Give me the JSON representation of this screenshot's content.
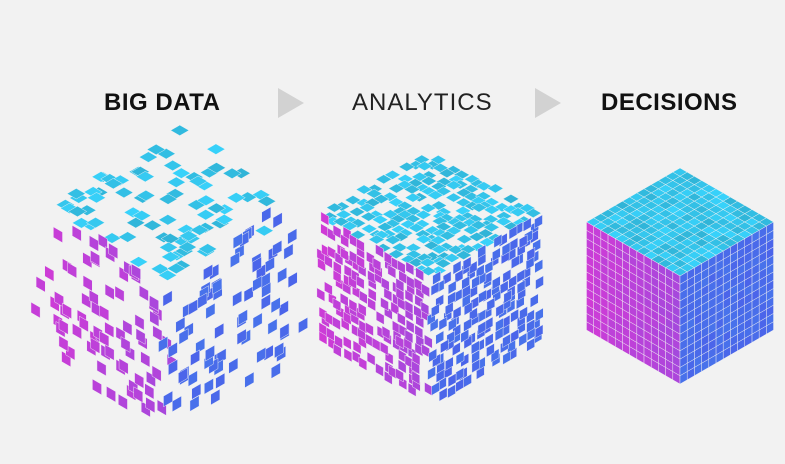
{
  "steps": [
    {
      "label": "BIG DATA",
      "style": "bold",
      "cube_fill": 0.45
    },
    {
      "label": "ANALYTICS",
      "style": "light",
      "cube_fill": 0.8
    },
    {
      "label": "DECISIONS",
      "style": "bold",
      "cube_fill": 1.0
    }
  ],
  "arrow_icon": "chevron-right-triangle-icon",
  "colors": {
    "background": "#f2f2f2",
    "top_face": "#35c8ef",
    "left_face": "#d03bd6",
    "right_face": "#4b64ea",
    "arrow": "#d2d2d2",
    "text": "#111111"
  }
}
